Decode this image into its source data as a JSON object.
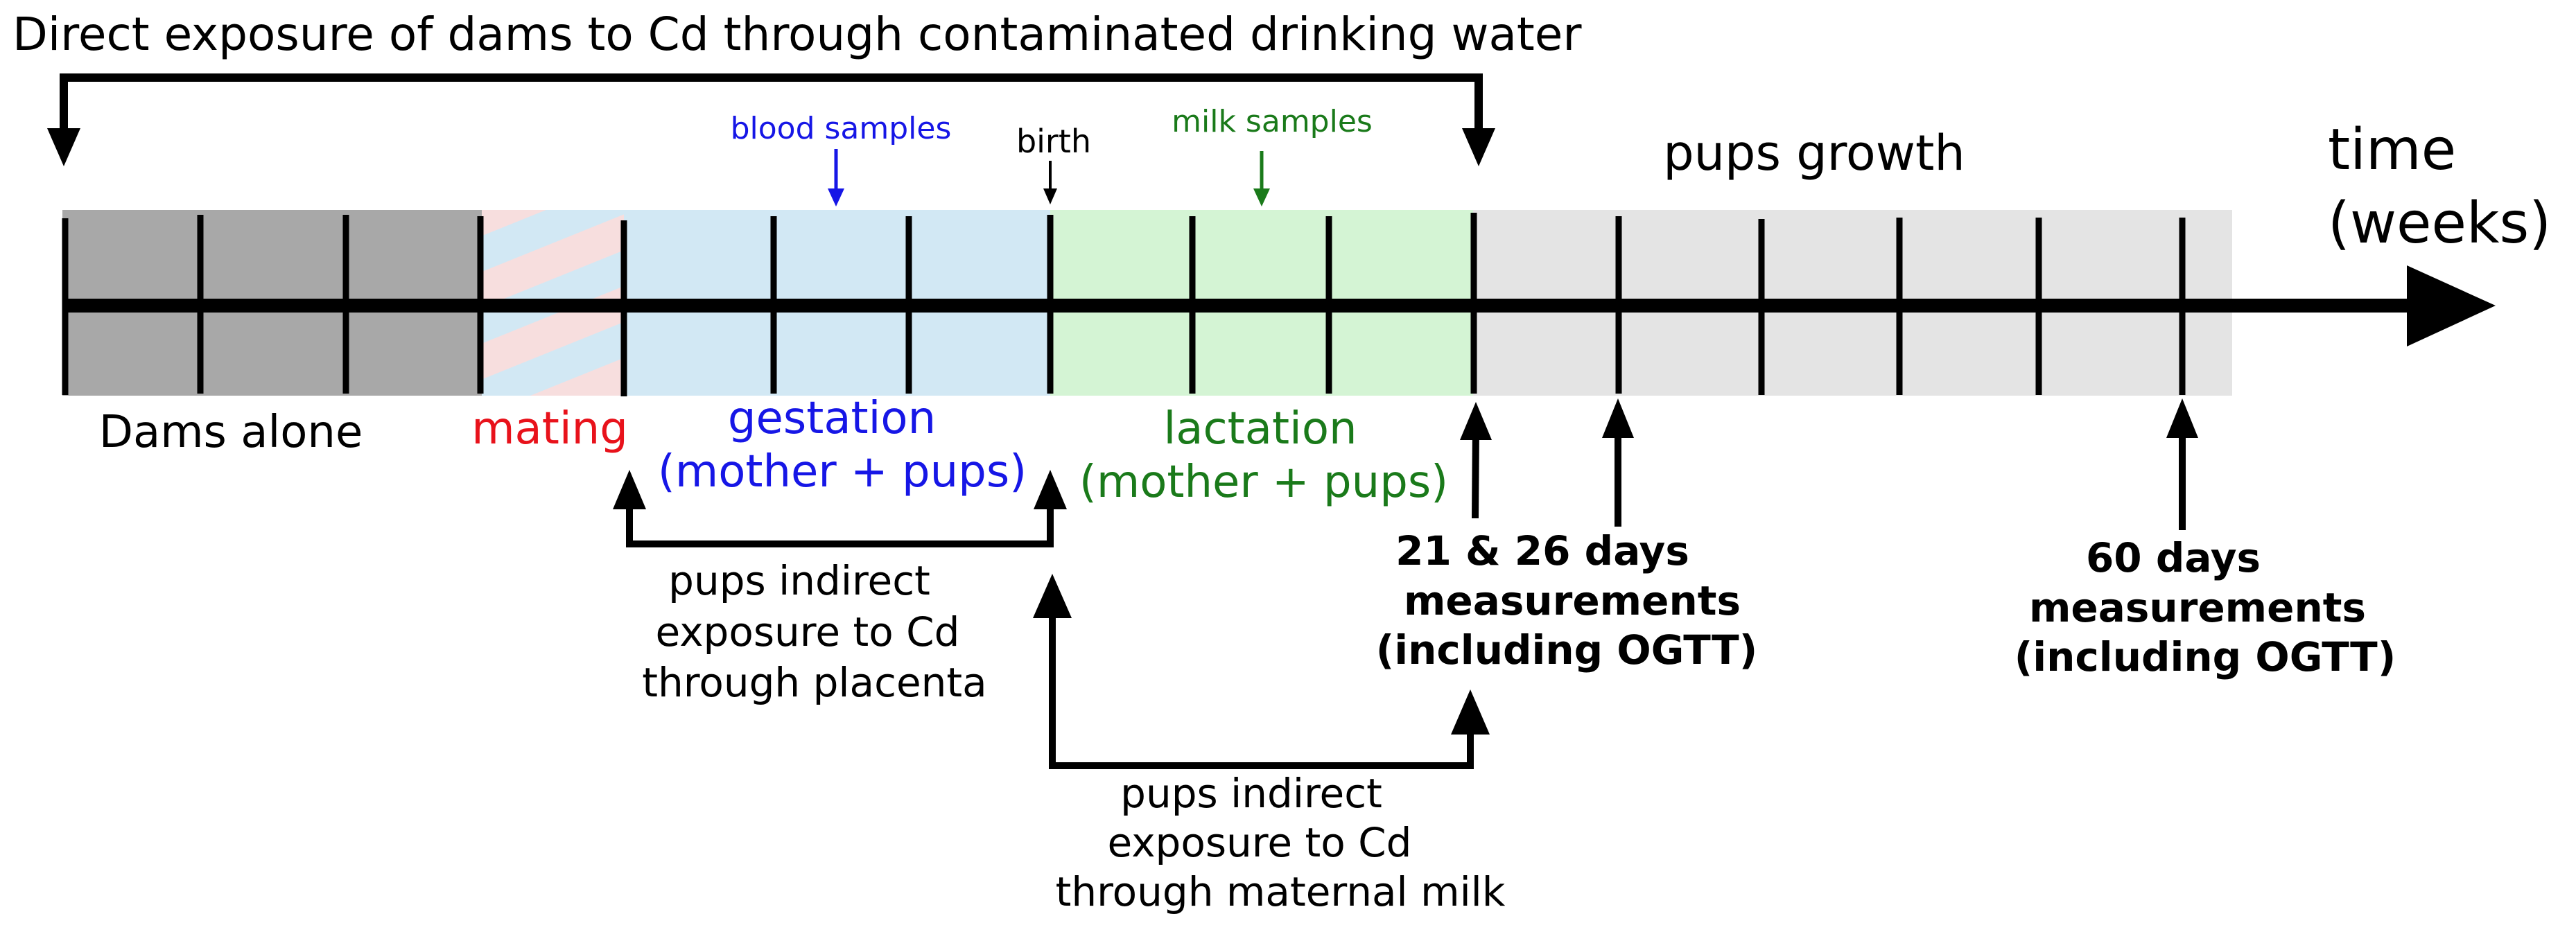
{
  "title": "Direct exposure of dams to Cd through contaminated drinking water",
  "axis": {
    "label_line1": "time",
    "label_line2": "(weeks)"
  },
  "phases": {
    "dams_alone": "Dams alone",
    "mating": "mating",
    "gestation_line1": "gestation",
    "gestation_line2": "(mother + pups)",
    "lactation_line1": "lactation",
    "lactation_line2": "(mother + pups)",
    "pups_growth": "pups growth"
  },
  "markers": {
    "blood_samples": "blood samples",
    "birth": "birth",
    "milk_samples": "milk samples"
  },
  "exposures": {
    "placenta": [
      "pups indirect",
      "exposure to Cd",
      "through placenta"
    ],
    "milk": [
      "pups indirect",
      "exposure to Cd",
      "through maternal milk"
    ]
  },
  "measurements": {
    "m21_26": [
      "21 & 26 days",
      "measurements",
      "(including OGTT)"
    ],
    "m60": [
      "60 days",
      "measurements",
      "(including OGTT)"
    ]
  },
  "colors": {
    "dams_alone": "#a8a8a8",
    "mating": "#f7dede",
    "gestation": "#d2e8f4",
    "lactation": "#d4f4d4",
    "pups_growth": "#e4e4e4",
    "mating_text": "#e8121b",
    "gestation_text": "#1616e6",
    "lactation_text": "#1a7a1a"
  }
}
